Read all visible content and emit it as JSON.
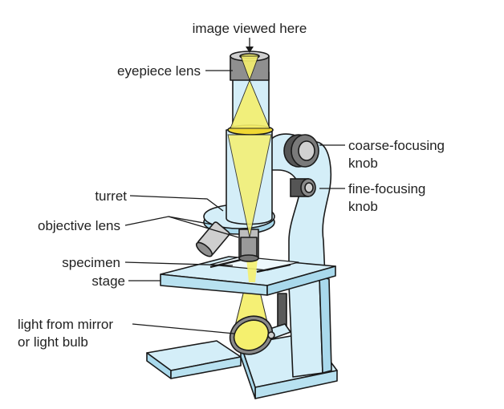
{
  "diagram": {
    "labels": {
      "image_viewed": "image viewed here",
      "eyepiece": "eyepiece lens",
      "coarse_1": "coarse-focusing",
      "coarse_2": "knob",
      "fine_1": "fine-focusing",
      "fine_2": "knob",
      "turret": "turret",
      "objective": "objective lens",
      "specimen": "specimen",
      "stage": "stage",
      "light_1": "light from mirror",
      "light_2": "or light bulb"
    },
    "colors": {
      "body_fill": "#d4eef8",
      "body_shade": "#a9d9ec",
      "outline": "#1a1a1a",
      "light_beam": "#f5f06e",
      "light_core": "#f0d834",
      "knob_dark": "#555555",
      "knob_mid": "#9a9a9a",
      "label_text": "#222222"
    }
  }
}
